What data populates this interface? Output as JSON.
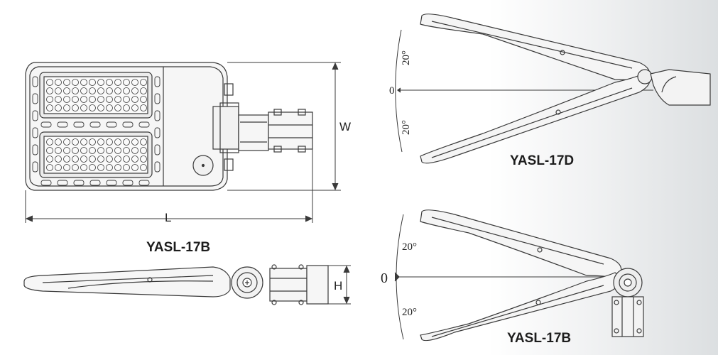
{
  "labels": {
    "model_top_right": "YASL-17D",
    "model_top_view": "YASL-17B",
    "model_bottom_right": "YASL-17B"
  },
  "dimensions": {
    "length": "L",
    "width": "W",
    "height": "H"
  },
  "angles": {
    "top_upper": "20°",
    "top_zero": "0",
    "top_lower": "20°",
    "bottom_upper": "20°",
    "bottom_zero": "0",
    "bottom_lower": "20°"
  },
  "colors": {
    "line": "#3a3a3a",
    "fill": "#f3f3f3",
    "gradient_end": "#dcdfe1"
  }
}
